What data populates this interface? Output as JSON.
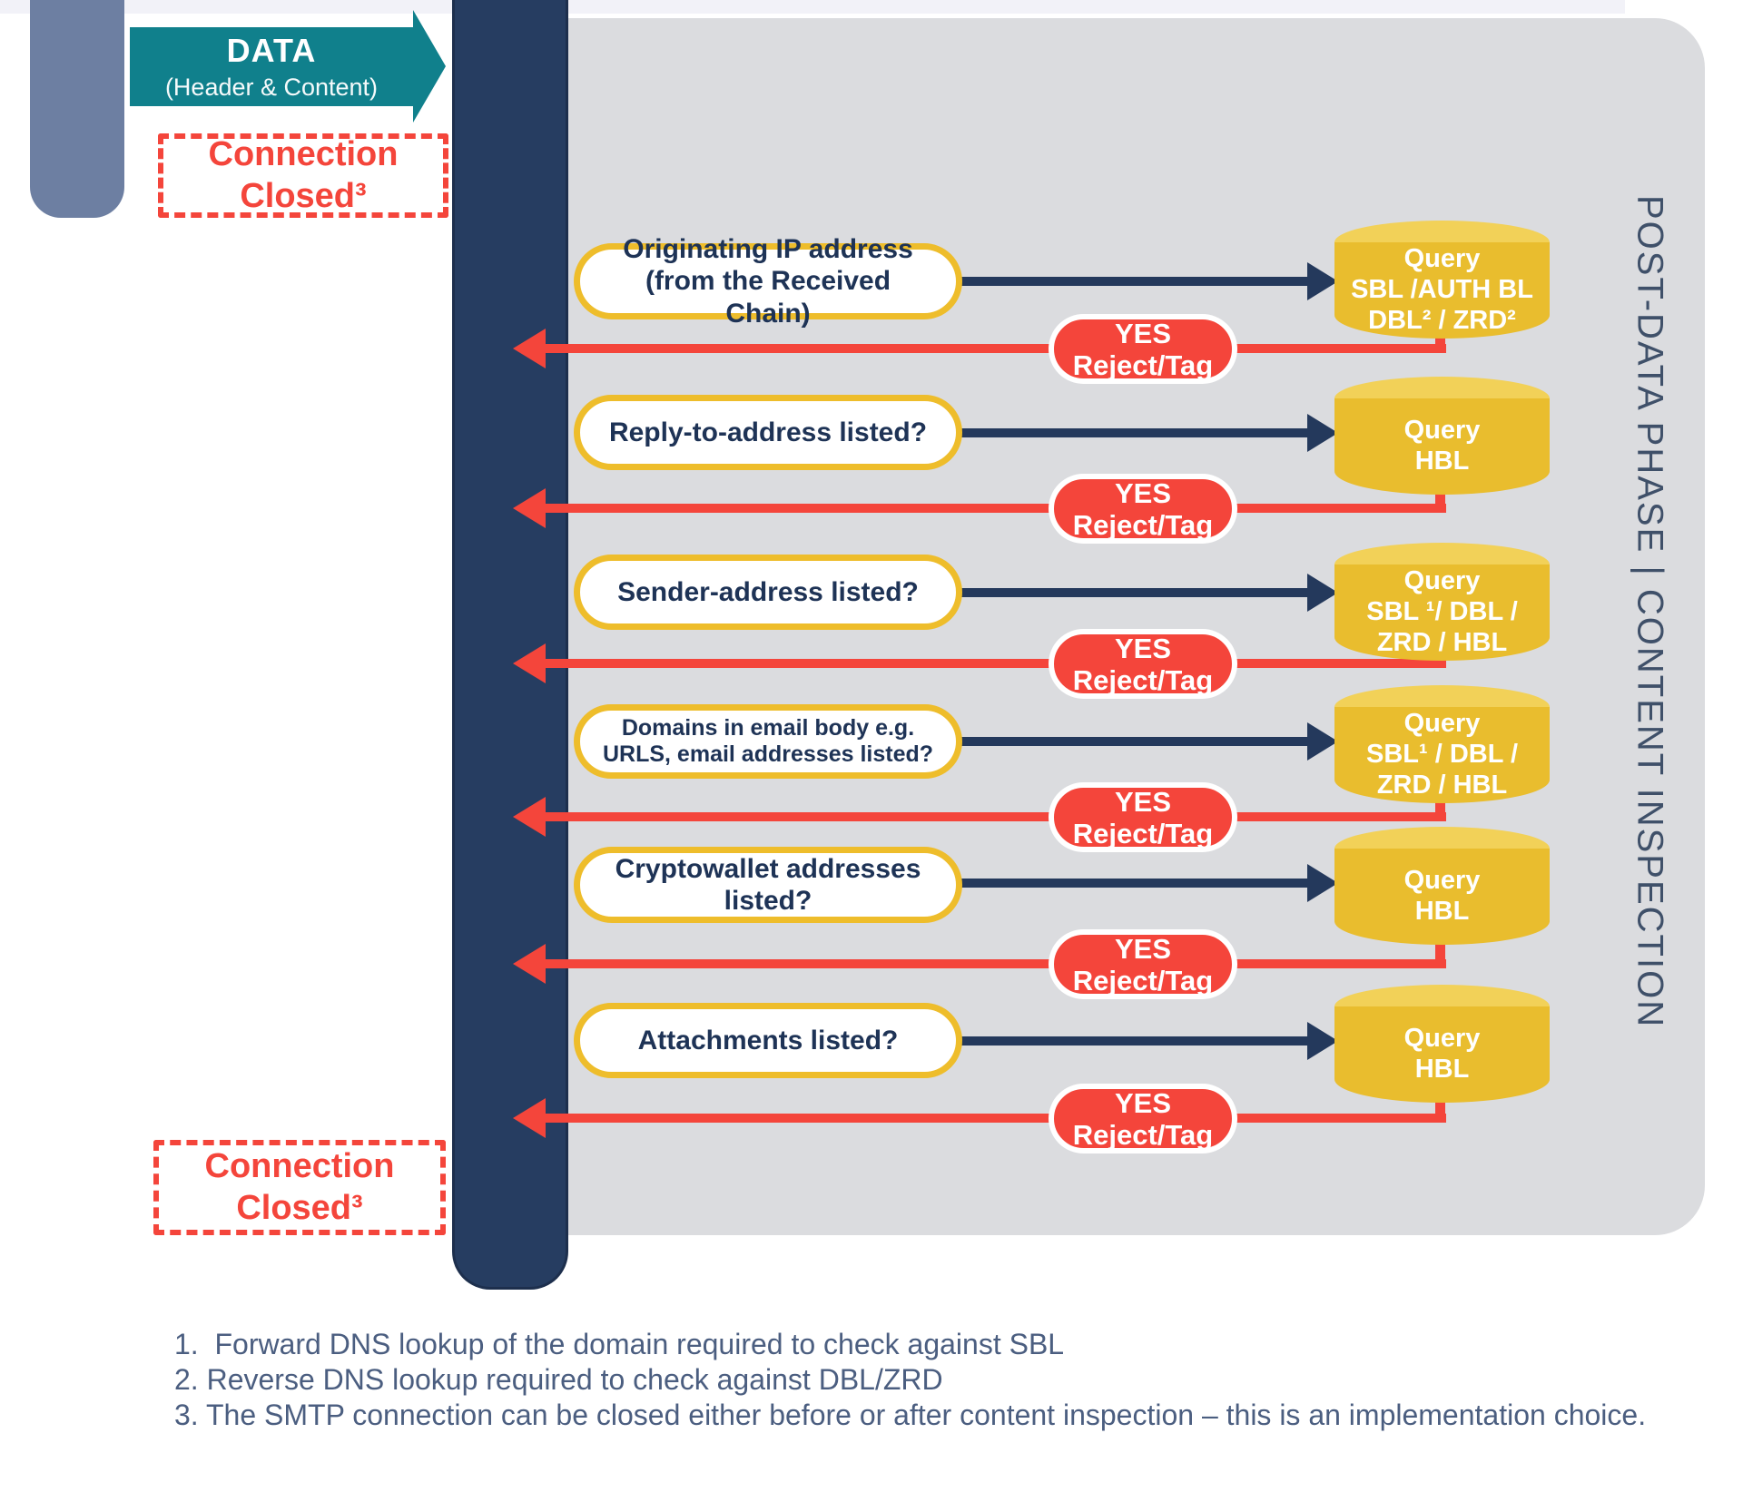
{
  "title_arrow": {
    "label": "DATA",
    "sublabel": "(Header & Content)"
  },
  "connection_closed": {
    "top": "Connection Closed³",
    "bottom": "Connection Closed³"
  },
  "side_label": "POST-DATA PHASE | CONTENT INSPECTION",
  "pill": {
    "line1": "YES",
    "line2": "Reject/Tag"
  },
  "rows": [
    {
      "question": "Originating IP address (from the Received Chain)",
      "db": [
        "Query",
        "SBL /AUTH BL",
        "DBL² / ZRD²"
      ]
    },
    {
      "question": "Reply-to-address listed?",
      "db": [
        "Query",
        "HBL"
      ]
    },
    {
      "question": "Sender-address listed?",
      "db": [
        "Query",
        "SBL ¹/ DBL /",
        "ZRD / HBL"
      ]
    },
    {
      "question": "Domains in email body e.g. URLS, email addresses listed?",
      "db": [
        "Query",
        "SBL¹ / DBL /",
        "ZRD / HBL"
      ]
    },
    {
      "question": "Cryptowallet addresses listed?",
      "db": [
        "Query",
        "HBL"
      ]
    },
    {
      "question": "Attachments listed?",
      "db": [
        "Query",
        "HBL"
      ]
    }
  ],
  "footnotes": [
    "1.  Forward DNS lookup of the domain required to check against SBL",
    "2. Reverse DNS lookup required to check against DBL/ZRD",
    "3. The SMTP connection can be closed either before or after content inspection – this is an implementation choice."
  ],
  "colors": {
    "navy": "#24395c",
    "red": "#f4453b",
    "yellow": "#eebd2b",
    "teal": "#10808c",
    "panel_gray": "#dbdcdf",
    "slate": "#6d7fa2",
    "cylinder": "#e9bd2e",
    "cylinder_top": "#f2d158"
  }
}
